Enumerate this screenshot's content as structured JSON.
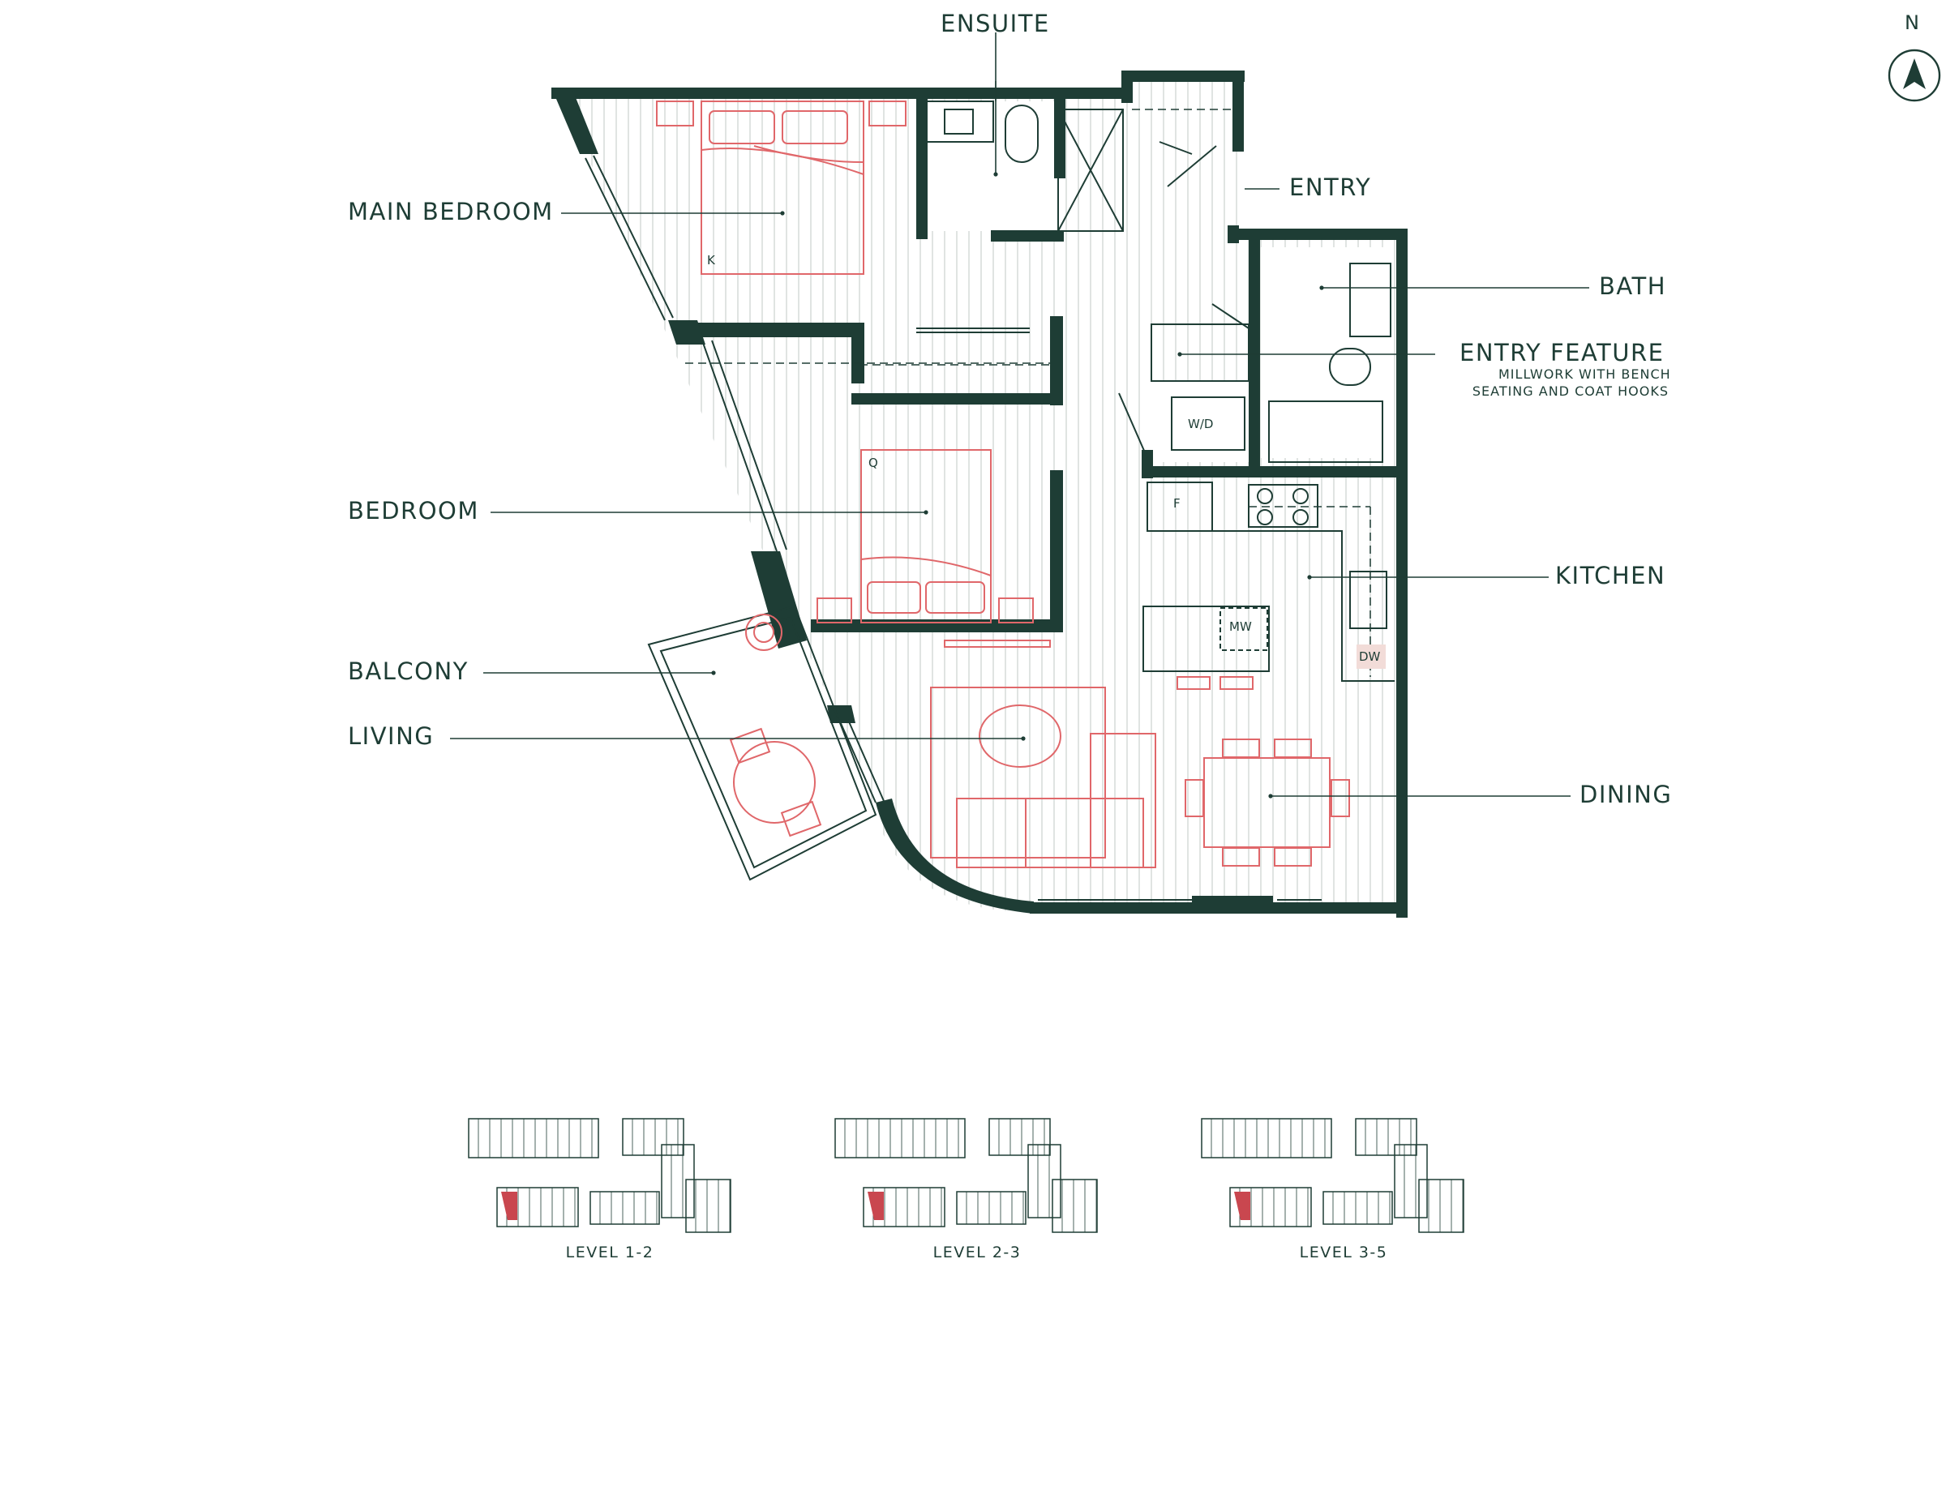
{
  "compass": {
    "label": "N",
    "icon": "north-arrow-icon"
  },
  "rooms": {
    "ensuite": "ENSUITE",
    "entry": "ENTRY",
    "main_bedroom": "MAIN BEDROOM",
    "bath": "BATH",
    "entry_feature": "ENTRY FEATURE",
    "entry_feature_note_1": "MILLWORK WITH BENCH",
    "entry_feature_note_2": "SEATING AND COAT HOOKS",
    "bedroom": "BEDROOM",
    "kitchen": "KITCHEN",
    "balcony": "BALCONY",
    "living": "LIVING",
    "dining": "DINING"
  },
  "fixtures": {
    "king_bed": "K",
    "queen_bed": "Q",
    "washer_dryer": "W/D",
    "fridge": "F",
    "microwave": "MW",
    "dishwasher": "DW"
  },
  "key_plans": [
    {
      "label": "LEVEL 1-2"
    },
    {
      "label": "LEVEL 2-3"
    },
    {
      "label": "LEVEL 3-5"
    }
  ],
  "colors": {
    "wall": "#1e3d35",
    "furniture": "#e0676a",
    "highlight_unit": "#c9474f",
    "floor_lines": "#c9cfcc"
  }
}
